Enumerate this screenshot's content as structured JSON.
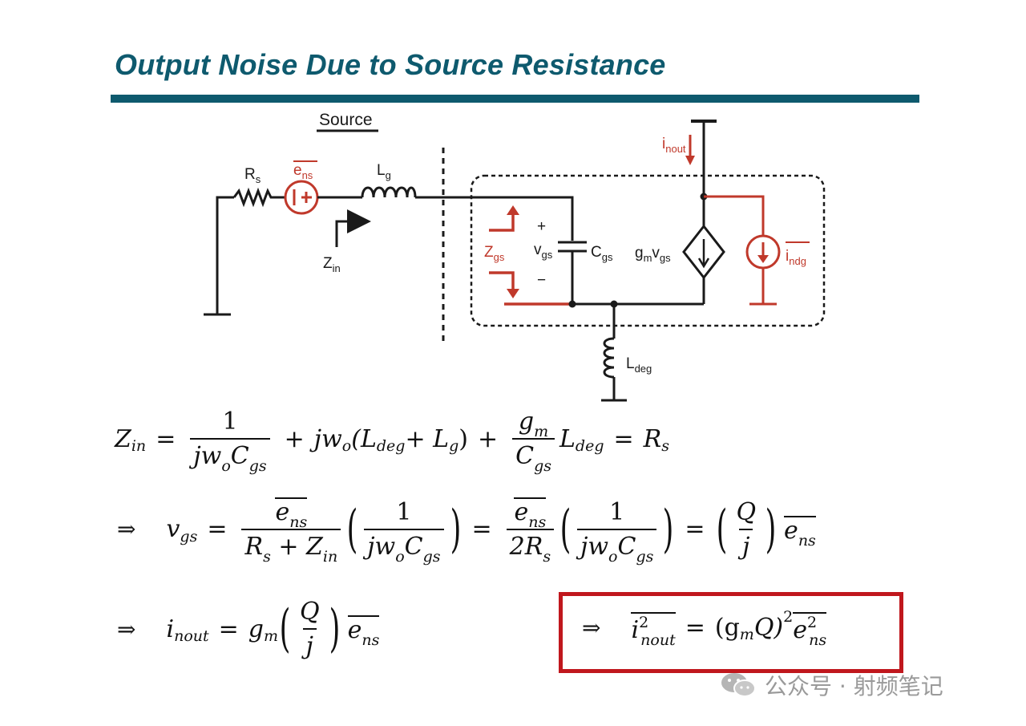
{
  "slide": {
    "title": "Output Noise Due to Source Resistance"
  },
  "circuit": {
    "source_label": "Source",
    "rs_label": "R",
    "rs_sub": "s",
    "ens_label": "e",
    "ens_sub": "ns",
    "lg_label": "L",
    "lg_sub": "g",
    "zin_label": "Z",
    "zin_sub": "in",
    "zgs_label": "Z",
    "zgs_sub": "gs",
    "vgs_plus": "+",
    "vgs_minus": "−",
    "vgs_label": "v",
    "vgs_sub": "gs",
    "cgs_label": "C",
    "cgs_sub": "gs",
    "gm_label": "g",
    "gm_sub1": "m",
    "gm_mid": "v",
    "gm_sub2": "gs",
    "inout_label": "i",
    "inout_sub": "nout",
    "indg_label": "i",
    "indg_sub": "ndg",
    "ldeg_label": "L",
    "ldeg_sub": "deg",
    "colors": {
      "noise": "#c0392b",
      "wire": "#1a1a1a"
    }
  },
  "equations": {
    "eq1": {
      "lhs": "Z",
      "lhs_sub": "in",
      "eq": "=",
      "f1_num": "1",
      "f1_den_a": "jw",
      "f1_den_b": "o",
      "f1_den_c": "C",
      "f1_den_d": "gs",
      "plus": "+",
      "t2a": "jw",
      "t2b": "o",
      "t2c": "(L",
      "t2d": "deg",
      "t2e": " + L",
      "t2f": "g",
      "t2g": ")",
      "f2_num_a": "g",
      "f2_num_b": "m",
      "f2_den_a": "C",
      "f2_den_b": "gs",
      "t3a": "L",
      "t3b": "deg",
      "rhs": "R",
      "rhs_sub": "s"
    },
    "eq2": {
      "arrow": "⇒",
      "lhs": "v",
      "lhs_sub": "gs",
      "f1_num": "e",
      "f1_num_sub": "ns",
      "f1_den_a": "R",
      "f1_den_b": "s",
      "f1_den_c": " + Z",
      "f1_den_d": "in",
      "one": "1",
      "jwo": "jw",
      "o": "o",
      "cgs": "C",
      "gs": "gs",
      "f3_den_a": "2R",
      "f3_den_b": "s",
      "q": "Q",
      "j": "j",
      "ens": "e",
      "ens_sub": "ns"
    },
    "eq3": {
      "arrow": "⇒",
      "lhs": "i",
      "lhs_sub": "nout",
      "gm": "g",
      "gm_sub": "m",
      "q": "Q",
      "j": "j",
      "ens": "e",
      "ens_sub": "ns"
    },
    "eq4": {
      "arrow": "⇒",
      "lhs": "i",
      "lhs_sup": "2",
      "lhs_sub": "nout",
      "rhs_a": "(g",
      "rhs_b": "m",
      "rhs_c": "Q)",
      "rhs_sup": "2",
      "rhs_e": "e",
      "rhs_e_sup": "2",
      "rhs_e_sub": "ns"
    }
  },
  "watermark": {
    "text": "公众号 · 射频笔记",
    "icon": "wechat-icon"
  }
}
